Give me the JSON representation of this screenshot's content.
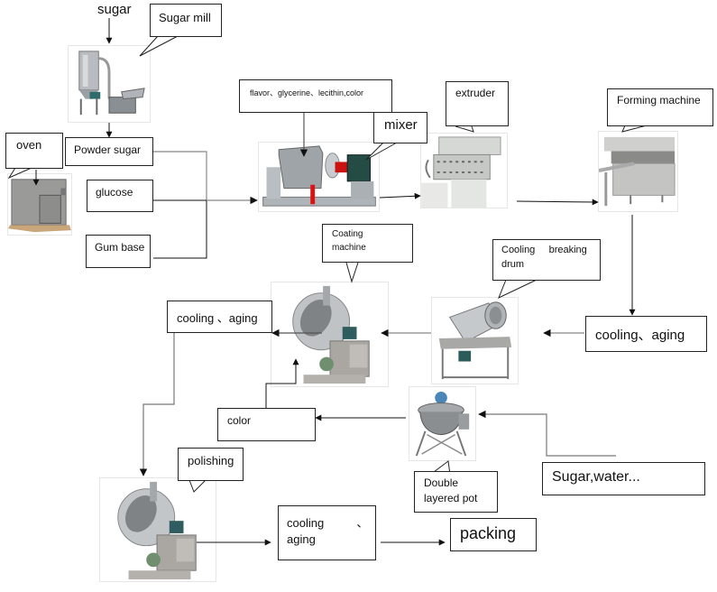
{
  "diagram": {
    "title": "Chewing gum / gum coating production process flow",
    "inputs": {
      "sugar": "sugar",
      "powder_sugar": "Powder sugar",
      "glucose": "glucose",
      "gum_base": "Gum base",
      "additives": "flavor、glycerine、lecithin,color",
      "color": "color",
      "sugar_water": "Sugar,water..."
    },
    "callouts": {
      "sugar_mill": "Sugar mill",
      "oven": "oven",
      "mixer": "mixer",
      "extruder": "extruder",
      "forming_machine": "Forming machine",
      "cooling_breaking_drum_line1": "Cooling     breaking",
      "cooling_breaking_drum_line2": "drum",
      "coating_machine_line1": "Coating",
      "coating_machine_line2": "machine",
      "double_pot_line1": "Double",
      "double_pot_line2": "layered pot",
      "polishing": "polishing"
    },
    "steps": {
      "cooling_aging_1": "cooling、aging",
      "cooling_aging_2": "cooling 、aging",
      "cooling_aging_3_line1": "cooling          、",
      "cooling_aging_3_line2": "aging",
      "packing": "packing"
    },
    "machines": [
      {
        "id": "sugar-mill",
        "label": "Sugar mill"
      },
      {
        "id": "oven",
        "label": "oven"
      },
      {
        "id": "mixer",
        "label": "mixer"
      },
      {
        "id": "extruder",
        "label": "extruder"
      },
      {
        "id": "forming-machine",
        "label": "Forming machine"
      },
      {
        "id": "cooling-breaking-drum",
        "label": "Cooling breaking drum"
      },
      {
        "id": "coating-machine",
        "label": "Coating machine"
      },
      {
        "id": "double-layered-pot",
        "label": "Double layered pot"
      },
      {
        "id": "polishing-machine",
        "label": "polishing"
      }
    ],
    "flow": [
      "sugar → Sugar mill → Powder sugar",
      "Powder sugar + glucose + Gum base → mixer",
      "flavor、glycerine、lecithin,color → mixer",
      "mixer → extruder → Forming machine",
      "Forming machine → cooling、aging → Cooling breaking drum",
      "Cooling breaking drum → Coating machine",
      "Sugar,water... → Double layered pot → color → Coating machine",
      "Coating machine → cooling、aging → polishing",
      "polishing → cooling aging → packing"
    ]
  }
}
